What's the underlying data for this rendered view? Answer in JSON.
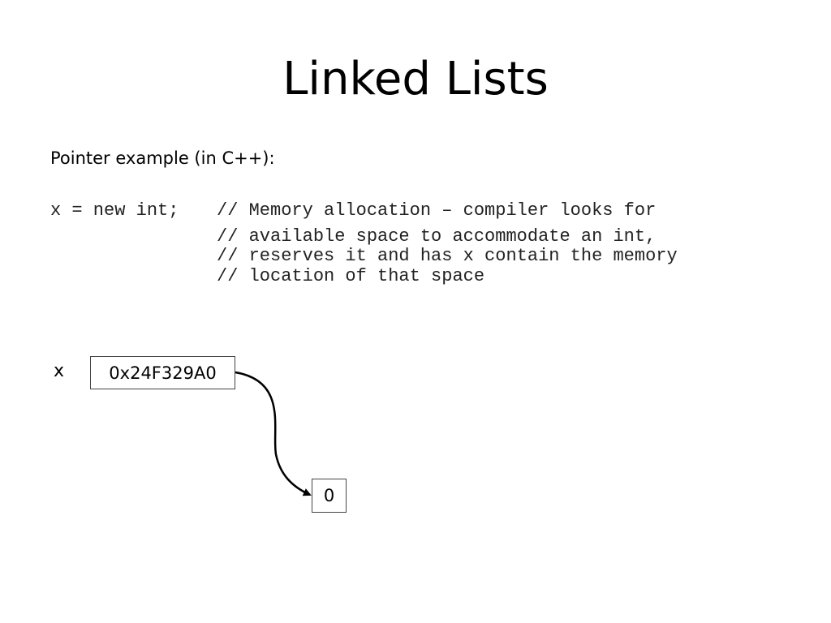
{
  "slide": {
    "title": "Linked Lists",
    "subtitle": "Pointer example (in C++):",
    "code": {
      "statement": "x = new int;",
      "comments": [
        "// Memory allocation – compiler looks for",
        "// available space to accommodate an int,",
        "// reserves it and has x contain the memory",
        "// location of that space"
      ]
    },
    "diagram": {
      "variable_label": "x",
      "pointer_value": "0x24F329A0",
      "pointed_value": "0"
    }
  }
}
